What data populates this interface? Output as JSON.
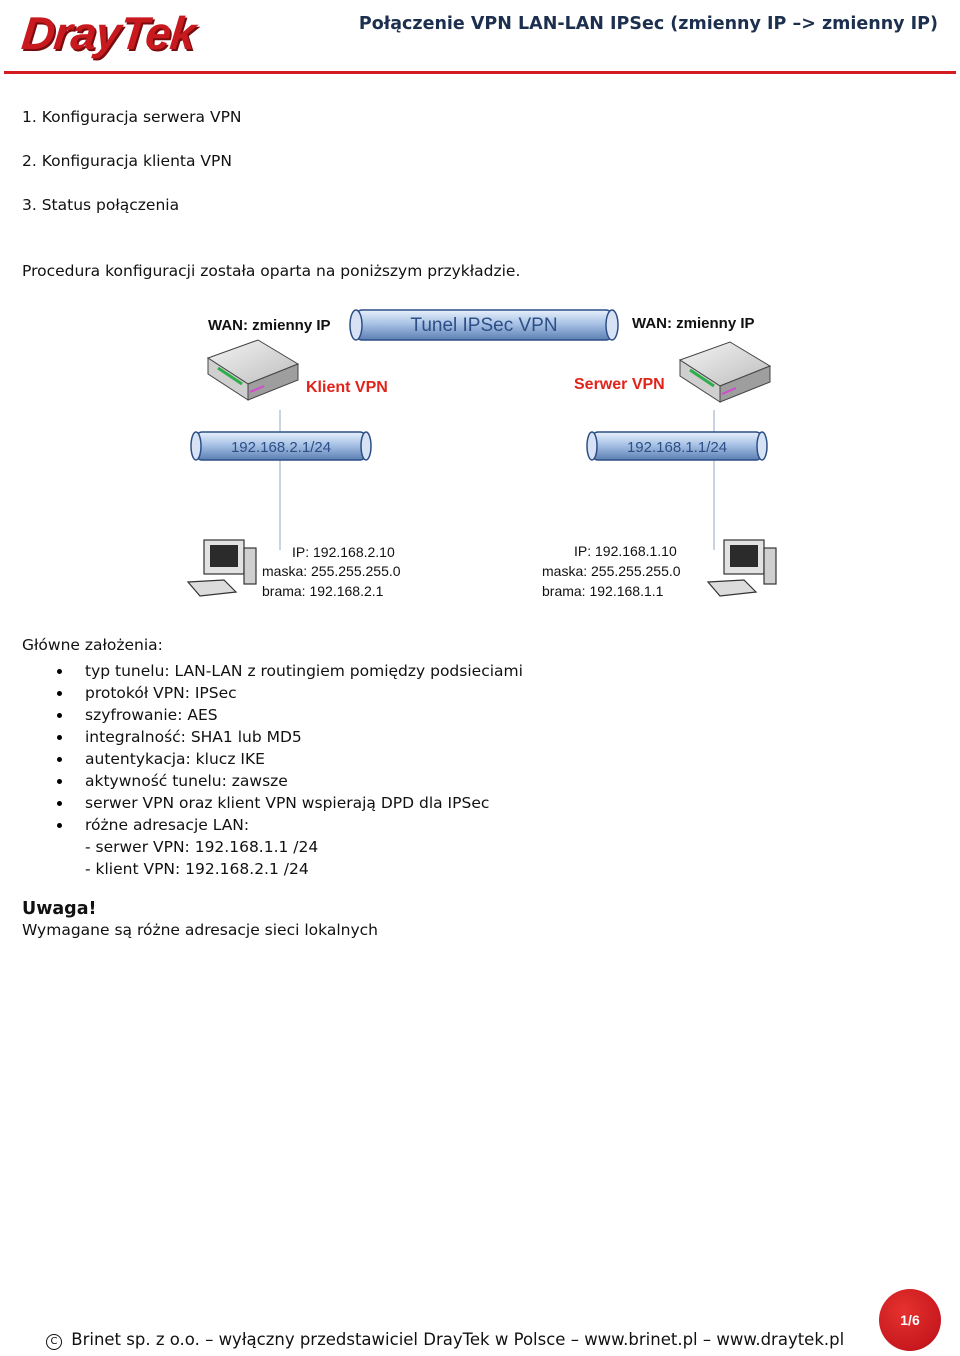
{
  "header": {
    "logo_text": "DrayTek",
    "title": "Połączenie VPN LAN-LAN IPSec (zmienny IP –> zmienny IP)"
  },
  "toc": [
    "1. Konfiguracja serwera VPN",
    "2. Konfiguracja klienta VPN",
    "3. Status połączenia"
  ],
  "intro": "Procedura konfiguracji została oparta na poniższym przykładzie.",
  "diagram": {
    "tunnel_label": "Tunel IPSec VPN",
    "wan_left": "WAN: zmienny IP",
    "wan_right": "WAN: zmienny IP",
    "client_label": "Klient VPN",
    "server_label": "Serwer VPN",
    "client_lan": "192.168.2.1/24",
    "server_lan": "192.168.1.1/24",
    "client_pc": [
      "IP: 192.168.2.10",
      "maska: 255.255.255.0",
      "brama: 192.168.2.1"
    ],
    "server_pc": [
      "IP: 192.168.1.10",
      "maska: 255.255.255.0",
      "brama: 192.168.1.1"
    ],
    "colors": {
      "label_red": "#e0241b",
      "pipe": "#a9c3e6",
      "pipe_dark": "#2d4f86"
    }
  },
  "assumptions": {
    "heading": "Główne założenia:",
    "items": [
      "typ tunelu: LAN-LAN z routingiem pomiędzy podsieciami",
      "protokół VPN: IPSec",
      "szyfrowanie: AES",
      "integralność: SHA1 lub MD5",
      "autentykacja: klucz IKE",
      "aktywność tunelu: zawsze",
      "serwer VPN oraz klient VPN wspierają DPD dla IPSec",
      "różne adresacje LAN:"
    ],
    "sub_items": [
      "- serwer VPN: 192.168.1.1 /24",
      "- klient VPN: 192.168.2.1 /24"
    ]
  },
  "warning": {
    "title": "Uwaga!",
    "text": "Wymagane są różne adresacje sieci lokalnych"
  },
  "footer": {
    "copyright_symbol": "C",
    "text": "Brinet sp. z o.o. – wyłączny przedstawiciel DrayTek w Polsce – www.brinet.pl – www.draytek.pl",
    "page": "1/6"
  }
}
